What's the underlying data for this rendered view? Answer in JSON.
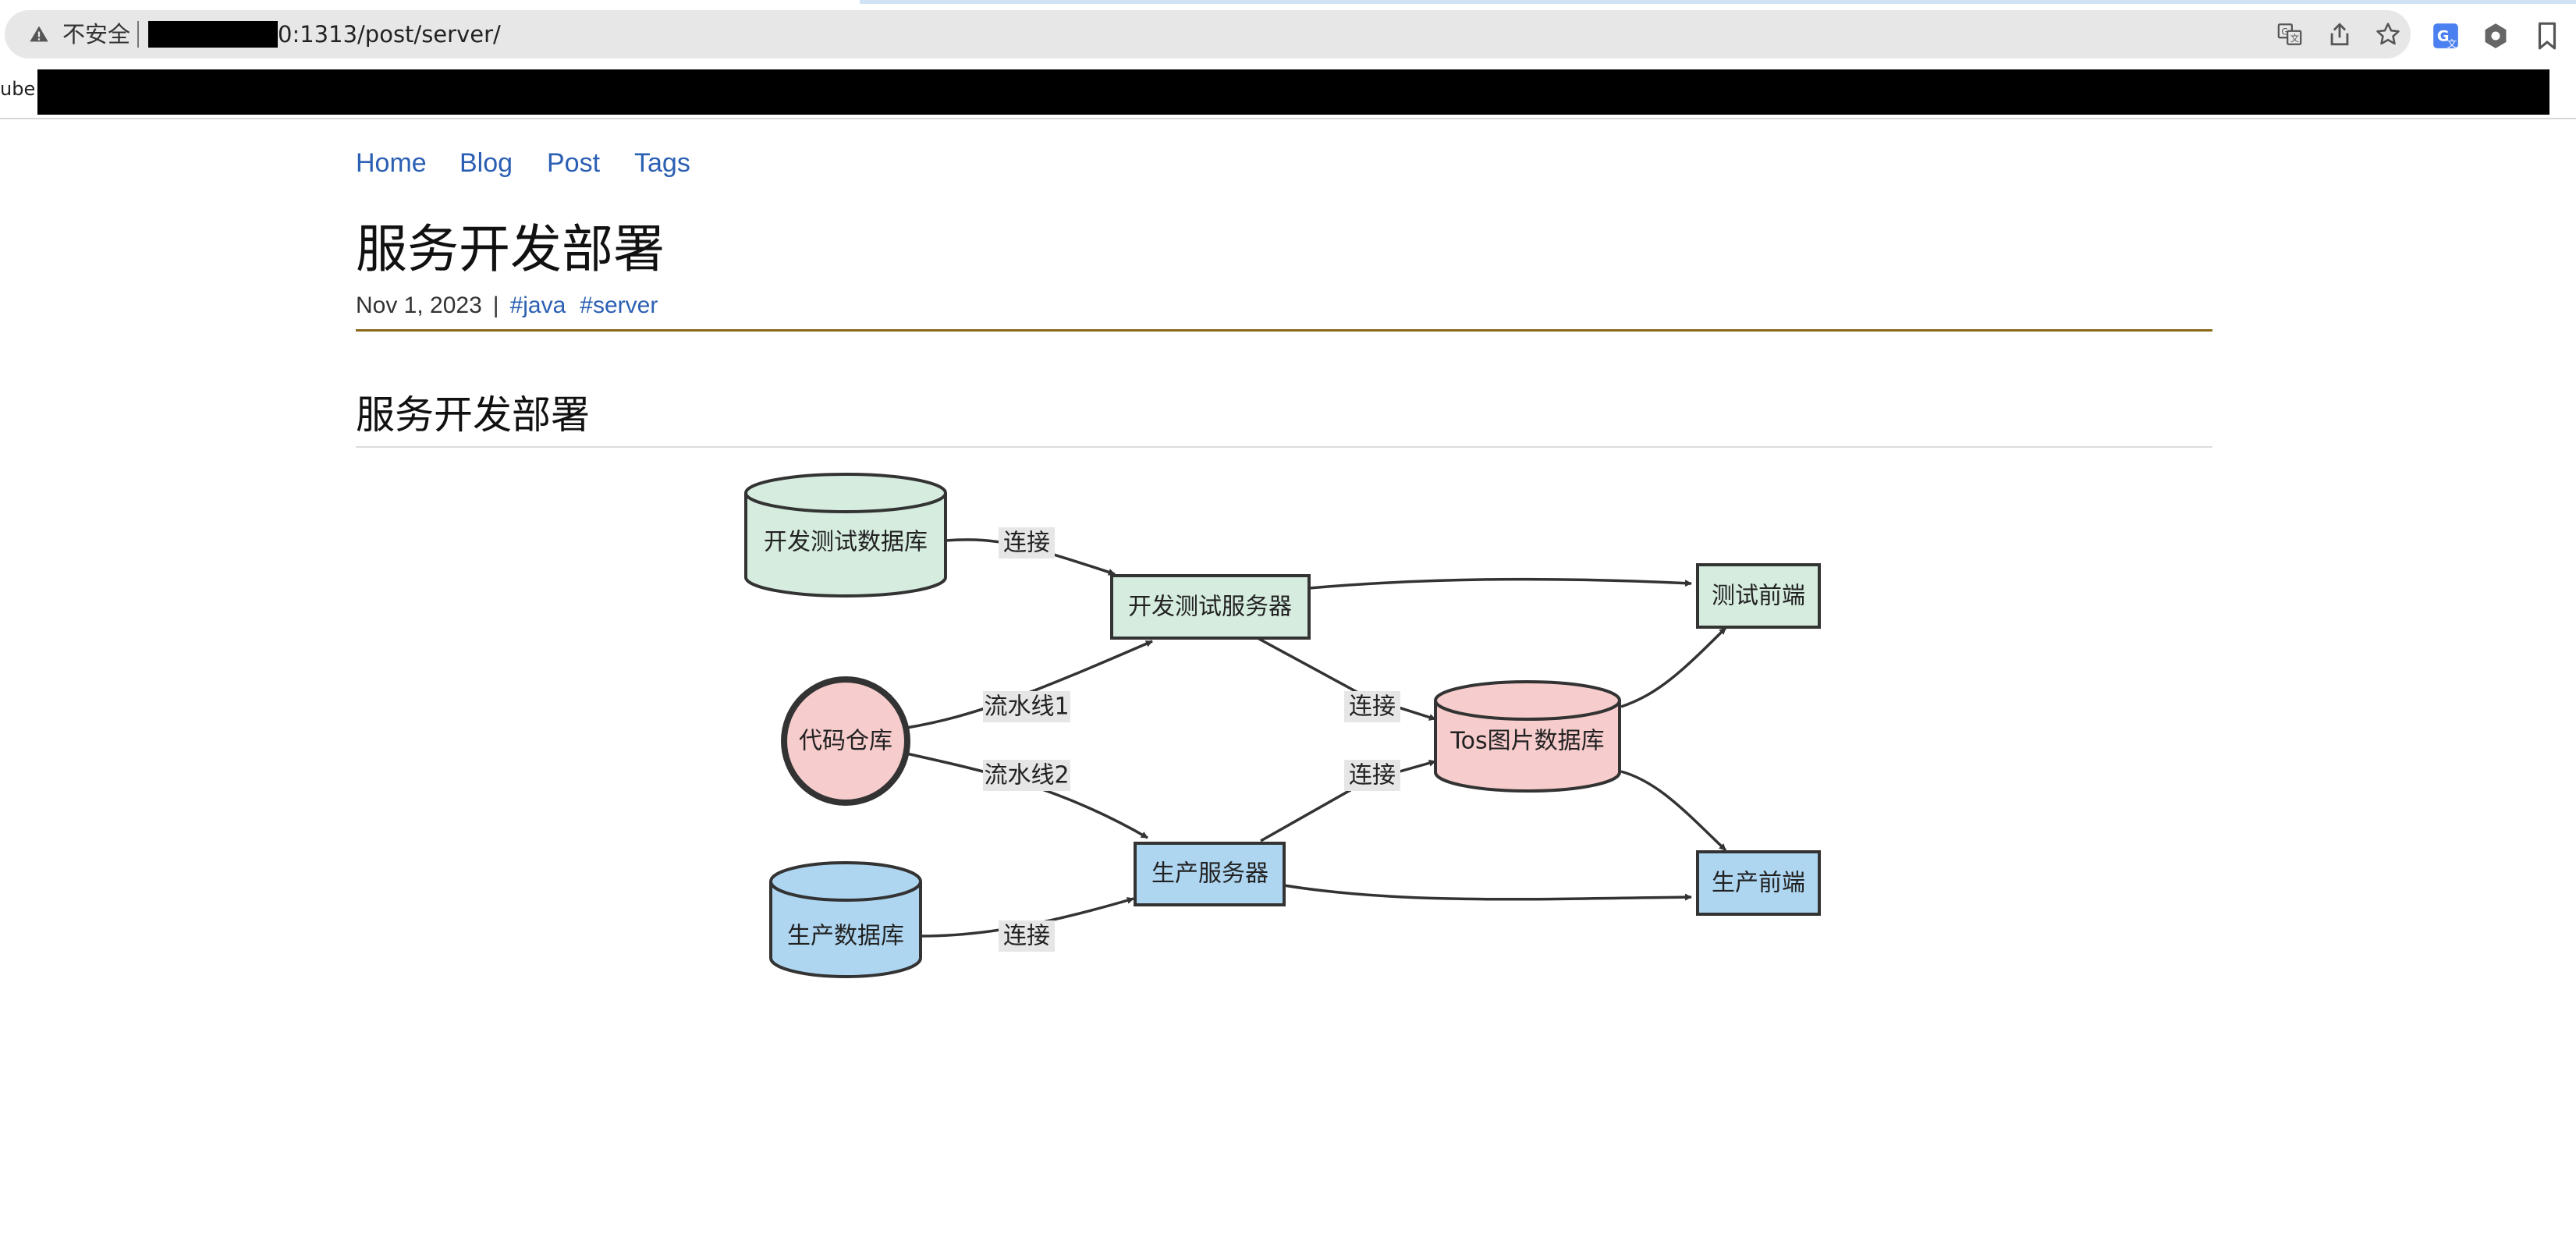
{
  "browser": {
    "security_label": "不安全",
    "url": "0:1313/post/server/",
    "bookmark_label": "ube"
  },
  "nav": {
    "items": [
      {
        "label": "Home"
      },
      {
        "label": "Blog"
      },
      {
        "label": "Post"
      },
      {
        "label": "Tags"
      }
    ]
  },
  "post": {
    "title": "服务开发部署",
    "date": "Nov 1, 2023",
    "separator": "|",
    "tags": [
      "#java",
      "#server"
    ],
    "section_heading": "服务开发部署"
  },
  "diagram": {
    "nodes": {
      "dev_db": "开发测试数据库",
      "dev_server": "开发测试服务器",
      "test_frontend": "测试前端",
      "repo": "代码仓库",
      "tos_db": "Tos图片数据库",
      "prod_server": "生产服务器",
      "prod_frontend": "生产前端",
      "prod_db": "生产数据库"
    },
    "edge_labels": {
      "dev_db_to_dev_server": "连接",
      "repo_to_dev_server": "流水线1",
      "repo_to_prod_server": "流水线2",
      "dev_server_to_tos": "连接",
      "prod_server_to_tos": "连接",
      "prod_db_to_prod_server": "连接"
    },
    "colors": {
      "dev": "#d5ecdf",
      "repo": "#f6cccc",
      "prod": "#aed6f1",
      "stroke": "#333333"
    }
  }
}
